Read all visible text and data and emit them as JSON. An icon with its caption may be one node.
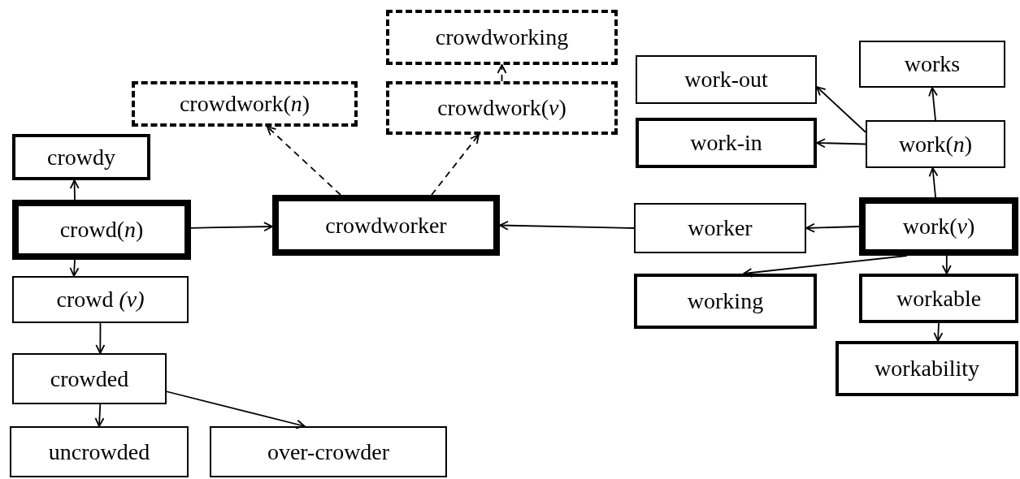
{
  "diagram": {
    "nodes": [
      {
        "text": [
          "crowdwork(*n*)"
        ]
      },
      {
        "text": [
          "crowdworking"
        ]
      },
      {
        "text": [
          "crowdwork(*v*)"
        ]
      },
      {
        "text": [
          "crowdy"
        ]
      },
      {
        "text": [
          "crowd(*n*)"
        ]
      },
      {
        "text": [
          "crowdworker"
        ]
      },
      {
        "text": [
          "work-out"
        ]
      },
      {
        "text": [
          "works"
        ]
      },
      {
        "text": [
          "work-in"
        ]
      },
      {
        "text": [
          "work(*n*)"
        ]
      },
      {
        "text": [
          "worker"
        ]
      },
      {
        "text": [
          "work(*v*)"
        ]
      },
      {
        "text": [
          "crowd *(v)*"
        ]
      },
      {
        "text": [
          "working"
        ]
      },
      {
        "text": [
          "workable"
        ]
      },
      {
        "text": [
          "crowded"
        ]
      },
      {
        "text": [
          "workability"
        ]
      },
      {
        "text": [
          "uncrowded"
        ]
      },
      {
        "text": [
          "over-crowder"
        ]
      }
    ],
    "edges": [
      {
        "from": 4,
        "to": 3,
        "arrow": "to"
      },
      {
        "from": 4,
        "to": 12,
        "arrow": "to"
      },
      {
        "from": 12,
        "to": 15,
        "arrow": "to"
      },
      {
        "from": 15,
        "to": 17,
        "arrow": "to"
      },
      {
        "from": 15,
        "to": 18,
        "arrow": "to"
      },
      {
        "from": 4,
        "to": 5,
        "arrow": "to"
      },
      {
        "from": 5,
        "to": 0,
        "arrow": "to",
        "style": "dashed"
      },
      {
        "from": 5,
        "to": 2,
        "arrow": "to",
        "style": "dashed"
      },
      {
        "from": 2,
        "to": 1,
        "arrow": "to",
        "style": "dashed"
      },
      {
        "from": 10,
        "to": 5,
        "arrow": "to"
      },
      {
        "from": 11,
        "to": 10,
        "arrow": "to"
      },
      {
        "from": 11,
        "to": 9,
        "arrow": "to"
      },
      {
        "from": 9,
        "to": 7,
        "arrow": "to"
      },
      {
        "from": 9,
        "to": 6,
        "arrow": "to"
      },
      {
        "from": 9,
        "to": 8,
        "arrow": "to"
      },
      {
        "from": 11,
        "to": 13,
        "arrow": "to"
      },
      {
        "from": 11,
        "to": 14,
        "arrow": "to"
      },
      {
        "from": 14,
        "to": 16,
        "arrow": "to"
      }
    ]
  }
}
